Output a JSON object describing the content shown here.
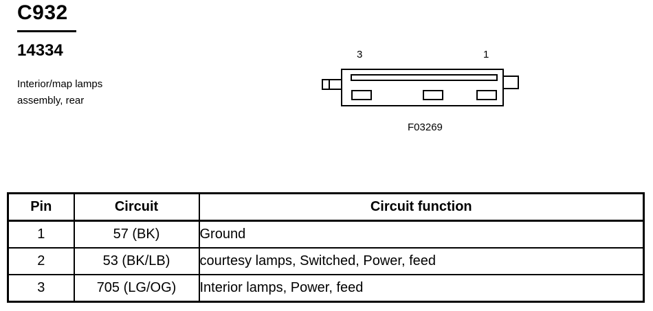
{
  "connector": {
    "id": "C932",
    "part_number": "14334",
    "description_line1": "Interior/map lamps",
    "description_line2": "assembly, rear"
  },
  "diagram": {
    "pin_label_left": "3",
    "pin_label_right": "1",
    "figure_id": "F03269"
  },
  "table": {
    "headers": [
      "Pin",
      "Circuit",
      "Circuit function"
    ],
    "rows": [
      {
        "pin": "1",
        "circuit": "57 (BK)",
        "function": "Ground"
      },
      {
        "pin": "2",
        "circuit": "53 (BK/LB)",
        "function": "courtesy lamps, Switched, Power, feed"
      },
      {
        "pin": "3",
        "circuit": "705 (LG/OG)",
        "function": "Interior lamps, Power, feed"
      }
    ]
  }
}
